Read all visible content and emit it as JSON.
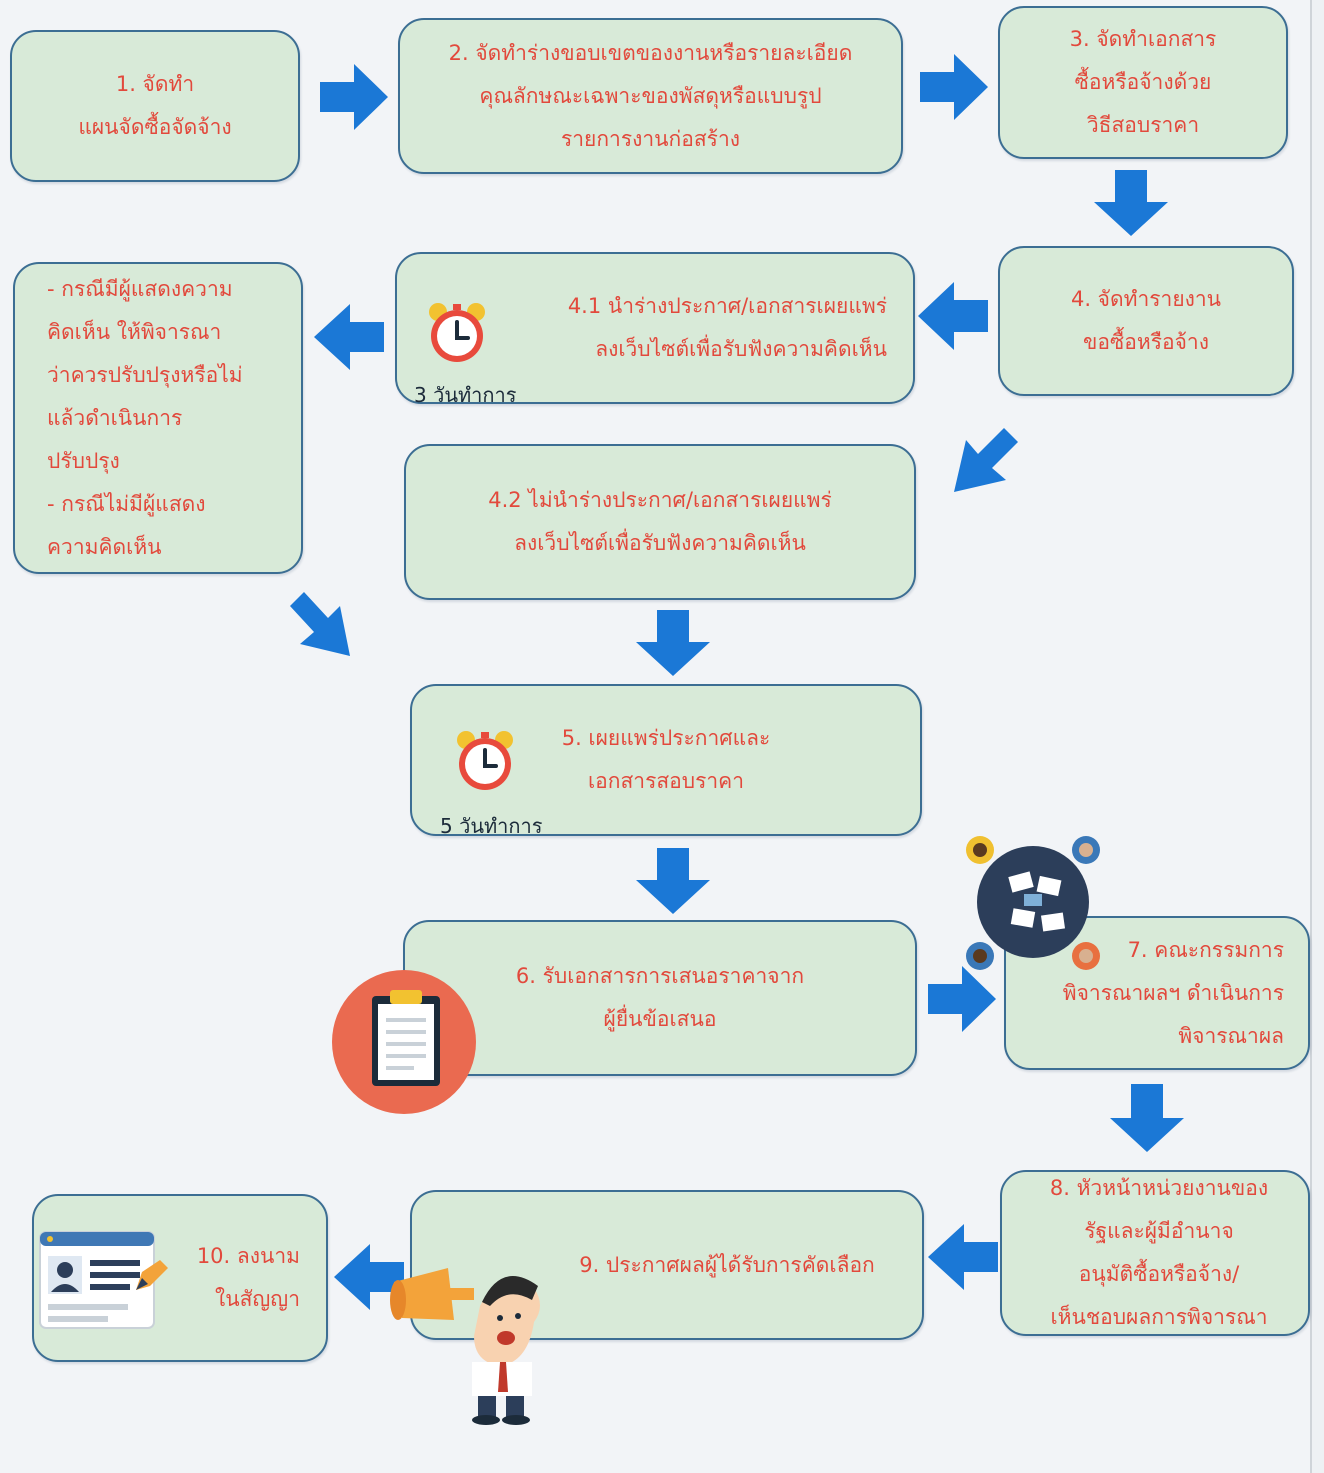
{
  "colors": {
    "box_fill": "#d8ead8",
    "box_border": "#3c6e93",
    "text": "#e2493c",
    "arrow": "#1b78d6"
  },
  "steps": {
    "s1": "1. จัดทำ\nแผนจัดซื้อจัดจ้าง",
    "s2": "2. จัดทำร่างขอบเขตของงานหรือรายละเอียด\nคุณลักษณะเฉพาะของพัสดุหรือแบบรูป\nรายการงานก่อสร้าง",
    "s3": "3. จัดทำเอกสาร\nซื้อหรือจ้างด้วย\nวิธีสอบราคา",
    "s4": "4. จัดทำรายงาน\nขอซื้อหรือจ้าง",
    "s41": "4.1 นำร่างประกาศ/เอกสารเผยแพร่\nลงเว็บไซต์เพื่อรับฟังความคิดเห็น",
    "s41_days": "3 วันทำการ",
    "comments": "- กรณีมีผู้แสดงความ\nคิดเห็น ให้พิจารณา\nว่าควรปรับปรุงหรือไม่\nแล้วดำเนินการ\nปรับปรุง\n- กรณีไม่มีผู้แสดง\nความคิดเห็น",
    "s42": "4.2 ไม่นำร่างประกาศ/เอกสารเผยแพร่\nลงเว็บไซต์เพื่อรับฟังความคิดเห็น",
    "s5": "5. เผยแพร่ประกาศและ\nเอกสารสอบราคา",
    "s5_days": "5 วันทำการ",
    "s6": "6. รับเอกสารการเสนอราคาจาก\nผู้ยื่นข้อเสนอ",
    "s7": "7. คณะกรรมการ\nพิจารณาผลฯ ดำเนินการ\nพิจารณาผล",
    "s8": "8. หัวหน้าหน่วยงานของ\nรัฐและผู้มีอำนาจ\nอนุมัติซื้อหรือจ้าง/\nเห็นชอบผลการพิจารณา",
    "s9": "9. ประกาศผลผู้ได้รับการคัดเลือก",
    "s10": "10. ลงนาม\nในสัญญา"
  },
  "icons": [
    "alarm-clock-icon",
    "clipboard-icon",
    "meeting-table-icon",
    "megaphone-man-icon",
    "contract-signing-icon"
  ]
}
